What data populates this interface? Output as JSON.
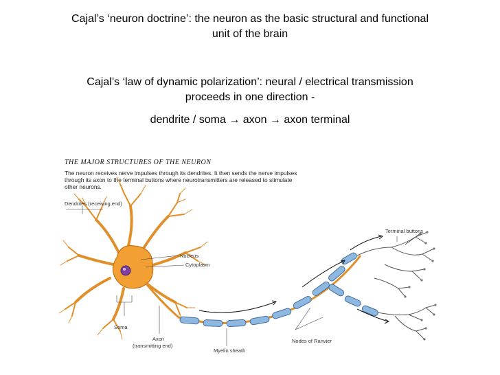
{
  "title": {
    "line1": "Cajal’s ‘neuron doctrine’: the neuron as the basic structural and functional",
    "line2": "unit of the brain"
  },
  "polarization": {
    "line1": "Cajal’s ‘law of dynamic polarization’: neural / electrical transmission",
    "line2": "proceeds in one direction -",
    "flow": "dendrite / soma → axon → axon terminal"
  },
  "figure": {
    "heading": "THE MAJOR STRUCTURES OF THE NEURON",
    "caption": [
      "The neuron receives nerve impulses through its dendrites. It then sends the nerve impulses",
      "through its axon to the terminal buttons where neurotransmitters are released to stimulate",
      "other neurons."
    ],
    "labels": {
      "dendrites": "Dendrites (receiving end)",
      "nucleus": "Nucleus",
      "cytoplasm": "Cytoplasm",
      "soma": "Soma",
      "axon": "Axon",
      "axon_sub": "(transmitting end)",
      "myelin": "Myelin sheath",
      "nodes": "Nodes of Ranvier",
      "terminal": "Terminal buttons"
    }
  },
  "colors": {
    "neuron": "#f2a033",
    "neuron_edge": "#c2741b",
    "myelin": "#8fb8e0",
    "myelin_edge": "#3f6f9f",
    "nucleus": "#7b3fa0"
  }
}
